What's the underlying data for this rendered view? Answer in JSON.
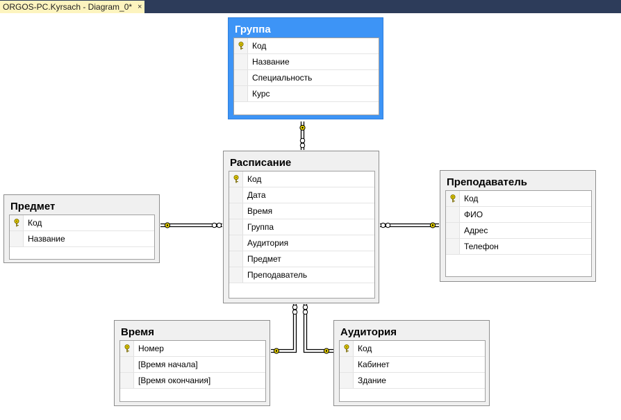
{
  "window": {
    "tab_title": "ORGOS-PC.Kyrsach - Diagram_0*",
    "close_glyph": "×"
  },
  "tables": {
    "gruppa": {
      "title": "Группа",
      "columns": [
        {
          "name": "Код",
          "key": true
        },
        {
          "name": "Название"
        },
        {
          "name": "Специальность"
        },
        {
          "name": "Курс"
        }
      ]
    },
    "raspisanie": {
      "title": "Расписание",
      "columns": [
        {
          "name": "Код",
          "key": true
        },
        {
          "name": "Дата"
        },
        {
          "name": "Время"
        },
        {
          "name": "Группа"
        },
        {
          "name": "Аудитория"
        },
        {
          "name": "Предмет"
        },
        {
          "name": "Преподаватель"
        }
      ]
    },
    "predmet": {
      "title": "Предмет",
      "columns": [
        {
          "name": "Код",
          "key": true
        },
        {
          "name": "Название"
        }
      ]
    },
    "prepodavatel": {
      "title": "Преподаватель",
      "columns": [
        {
          "name": "Код",
          "key": true
        },
        {
          "name": "ФИО"
        },
        {
          "name": "Адрес"
        },
        {
          "name": "Телефон"
        }
      ]
    },
    "vremya": {
      "title": "Время",
      "columns": [
        {
          "name": "Номер",
          "key": true
        },
        {
          "name": "[Время начала]"
        },
        {
          "name": "[Время окончания]"
        }
      ]
    },
    "auditoriya": {
      "title": "Аудитория",
      "columns": [
        {
          "name": "Код",
          "key": true
        },
        {
          "name": "Кабинет"
        },
        {
          "name": "Здание"
        }
      ]
    }
  },
  "colors": {
    "selected_table": "#3d94f6",
    "key_icon": "#e8d200",
    "connector": "#000000",
    "titlebar": "#2d3c5a",
    "tab": "#fdf4bf"
  }
}
